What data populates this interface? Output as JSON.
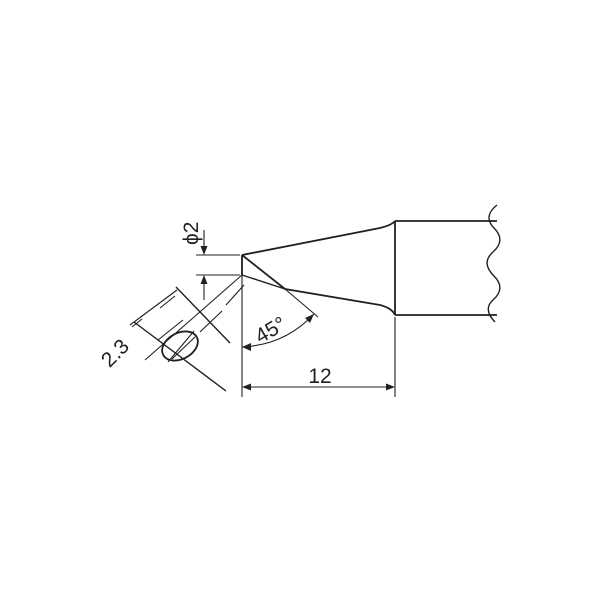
{
  "drawing": {
    "dimensions": {
      "tip_diameter": "ϕ2",
      "bevel_width": "2.3",
      "bevel_angle": "45°",
      "tip_length": "12"
    },
    "colors": {
      "line": "#231f20",
      "background": "#ffffff"
    }
  }
}
